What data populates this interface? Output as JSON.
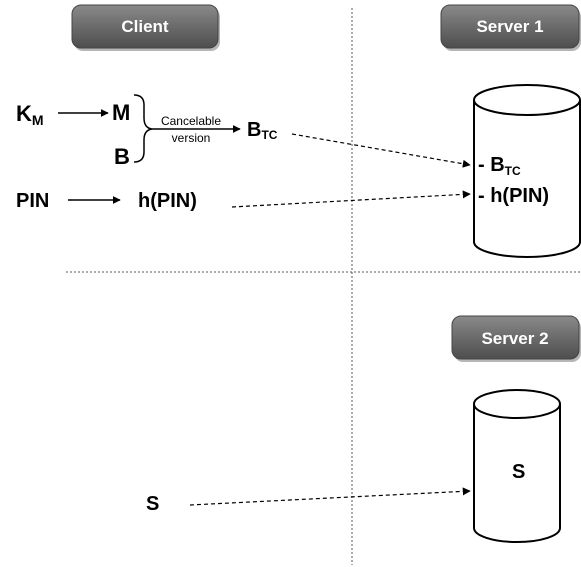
{
  "headers": {
    "client": "Client",
    "server1": "Server 1",
    "server2": "Server 2"
  },
  "client_side": {
    "km": {
      "base": "K",
      "sub": "M"
    },
    "m": "M",
    "b": "B",
    "cancelable_line1": "Cancelable",
    "cancelable_line2": "version",
    "btc": {
      "base": "B",
      "sub": "TC"
    },
    "pin": "PIN",
    "hpin": "h(PIN)",
    "s": "S"
  },
  "server1_store": {
    "btc_prefix": "- B",
    "btc_sub": "TC",
    "hpin": "- h(PIN)"
  },
  "server2_store": {
    "s": "S"
  },
  "colors": {
    "header_fill": "#6b6b6b",
    "header_text": "#ffffff",
    "line": "#000000"
  }
}
